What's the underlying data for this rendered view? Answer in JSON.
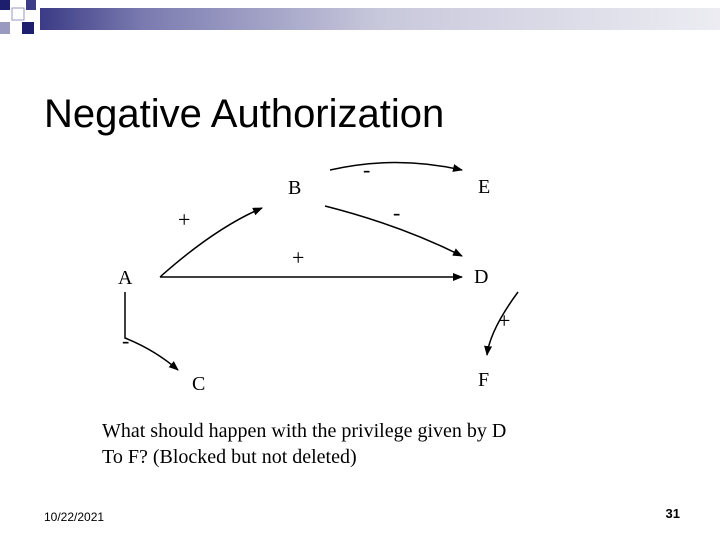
{
  "slide": {
    "title": "Negative Authorization",
    "date": "10/22/2021",
    "page_number": "31"
  },
  "diagram": {
    "nodes": {
      "a": "A",
      "b": "B",
      "c": "C",
      "d": "D",
      "e": "E",
      "f": "F"
    },
    "edge_signs": {
      "a_to_b": "+",
      "b_to_d": "+",
      "a_to_c": "-",
      "b_to_e": "-",
      "e_to_d": "-",
      "d_to_f": "+"
    }
  },
  "question": {
    "line1": "What should happen with the privilege given by D",
    "line2": "To F?  (Blocked but not deleted)"
  },
  "colors": {
    "header_dark": "#1e1e6e",
    "header_light": "#ccccdd",
    "text": "#000000"
  }
}
